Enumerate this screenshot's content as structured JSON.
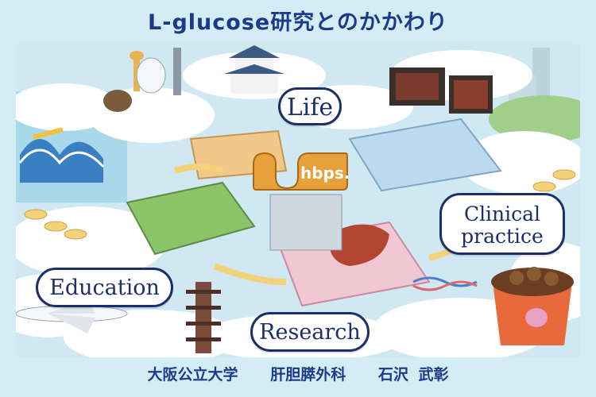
{
  "title": "L-glucose研究とのかかわり",
  "labels": {
    "life": "Life",
    "clinical_line1": "Clinical",
    "clinical_line2": "practice",
    "education": "Education",
    "research": "Research"
  },
  "logo": {
    "text": "hbps."
  },
  "footer": {
    "university": "大阪公立大学",
    "department": "肝胆膵外科",
    "author": "石沢 武彰"
  },
  "colors": {
    "title": "#1d3a8a",
    "background": "#d4ecf4",
    "label_border": "#1d2f6b",
    "logo": "#e8a13a"
  }
}
